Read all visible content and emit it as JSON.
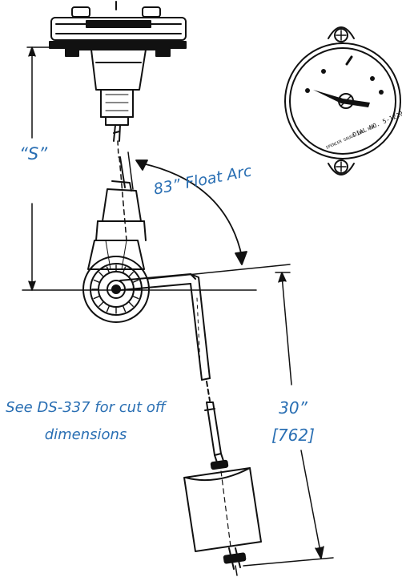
{
  "labels": {
    "s_dimension": "“S”",
    "float_arc": "83” Float Arc",
    "cutoff_note": "See DS-337 for cut off dimensions",
    "length_in": "30”",
    "length_mm": "[762]"
  },
  "dial": {
    "caption": "DIAL NO. 5-1229",
    "maker": "SPENCER GAUGE INC. N.Y."
  },
  "colors": {
    "label_blue": "#2a6fb3",
    "ink": "#111111"
  }
}
